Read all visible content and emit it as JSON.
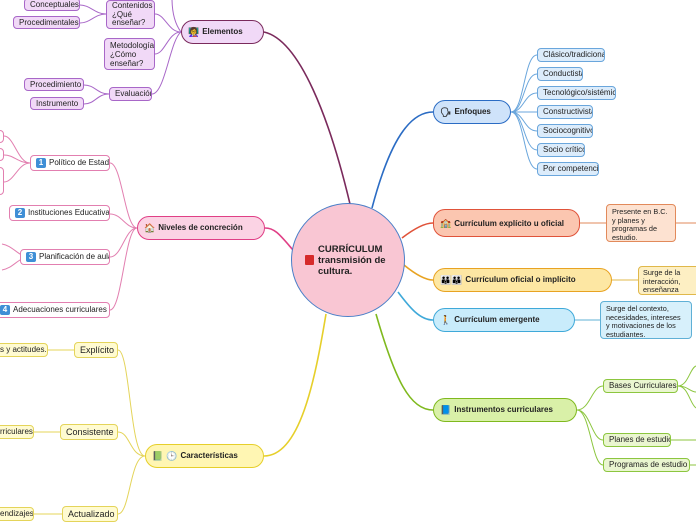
{
  "center": {
    "text": "CURRÍCULUM transmisión de cultura.",
    "icon": "red-book-icon"
  },
  "elementos": {
    "label": "Elementos",
    "contenidos": "Contenidos ¿Qué enseñar?",
    "conceptuales": "Conceptuales",
    "procedimentales": "Procedimentales",
    "metodologia": "Metodología ¿Cómo enseñar?",
    "evaluacion": "Evaluación",
    "procedimiento": "Procedimiento",
    "instrumento": "Instrumento"
  },
  "enfoques": {
    "label": "Enfoques",
    "items": [
      "Clásico/tradicional",
      "Conductista",
      "Tecnológico/sistémico",
      "Constructivista",
      "Sociocognitivo",
      "Socio crítico",
      "Por competencia"
    ]
  },
  "explicito": {
    "label": "Currículum explícito u oficial",
    "note": "Presente en B.C. y planes y programas de estudio."
  },
  "implicito": {
    "label": "Currículum oficial o implícito",
    "note": "Surge de la interacción, enseñanza indirecta"
  },
  "emergente": {
    "label": "Currículum emergente",
    "note": "Surge del contexto, necesidades, intereses y motivaciones de los estudiantes."
  },
  "instrumentos": {
    "label": "Instrumentos curriculares",
    "bases": "Bases Curriculares",
    "planes": "Planes de estudio",
    "programas": "Programas de estudio"
  },
  "niveles": {
    "label": "Niveles de concreción",
    "n1": "Político de Estado",
    "n2": "Instituciones Educativas",
    "n3": "Planificación de aula",
    "n4": "Adecuaciones curriculares NEE",
    "nums": [
      "1",
      "2",
      "3",
      "4"
    ]
  },
  "caracteristicas": {
    "label": "Características",
    "explicito": "Explícito",
    "explicito_note": "s y actitudes.",
    "consistente": "Consistente",
    "consistente_note": "rriculares",
    "actualizado": "Actualizado",
    "actualizado_note": "endizajes"
  },
  "colors": {
    "elementos": "#7a2a5c",
    "enfoques": "#2b6cc4",
    "explicito": "#e0533a",
    "implicito": "#e8a322",
    "emergente": "#3fa9d9",
    "instrumentos": "#7fb91e",
    "caracteristicas": "#e6cf2a",
    "niveles": "#e03f86"
  }
}
